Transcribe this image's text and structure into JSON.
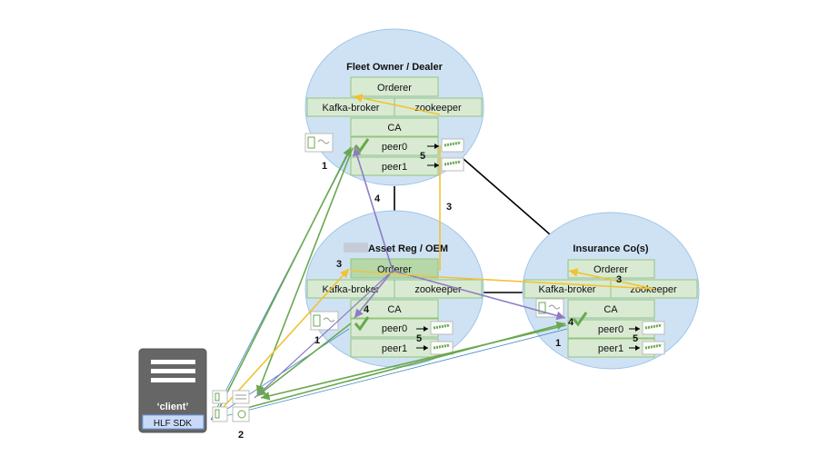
{
  "orgs": {
    "fleet": {
      "title": "Fleet Owner / Dealer",
      "orderer": "Orderer",
      "kafka": "Kafka-broker",
      "zookeeper": "zookeeper",
      "ca": "CA",
      "peer0": "peer0",
      "peer1": "peer1"
    },
    "asset": {
      "title": "Asset Reg / OEM",
      "orderer": "Orderer",
      "kafka": "Kafka-broker",
      "zookeeper": "zookeeper",
      "ca": "CA",
      "peer0": "peer0",
      "peer1": "peer1"
    },
    "insurance": {
      "title": "Insurance Co(s)",
      "orderer": "Orderer",
      "kafka": "Kafka-broker",
      "zookeeper": "zookeeper",
      "ca": "CA",
      "peer0": "peer0",
      "peer1": "peer1"
    }
  },
  "client": {
    "label": "‘client’",
    "sdk": "HLF SDK"
  },
  "steps": {
    "s1": "1",
    "s2": "2",
    "s3": "3",
    "s4": "4",
    "s5": "5"
  },
  "colors": {
    "org_fill": "#cfe2f3",
    "box_fill": "#d9ead3",
    "box_stroke": "#93c47d",
    "orderer_active": "#b6d7a8",
    "arrow_yellow": "#f1c232",
    "arrow_purple": "#8e7cc3",
    "arrow_green": "#6aa84f",
    "arrow_blue": "#3d85c6",
    "client_fill": "#666666",
    "sdk_fill": "#c9daf8"
  },
  "icons": [
    "certificate-icon",
    "checkmark-icon",
    "ledger-icon",
    "server-icon"
  ]
}
